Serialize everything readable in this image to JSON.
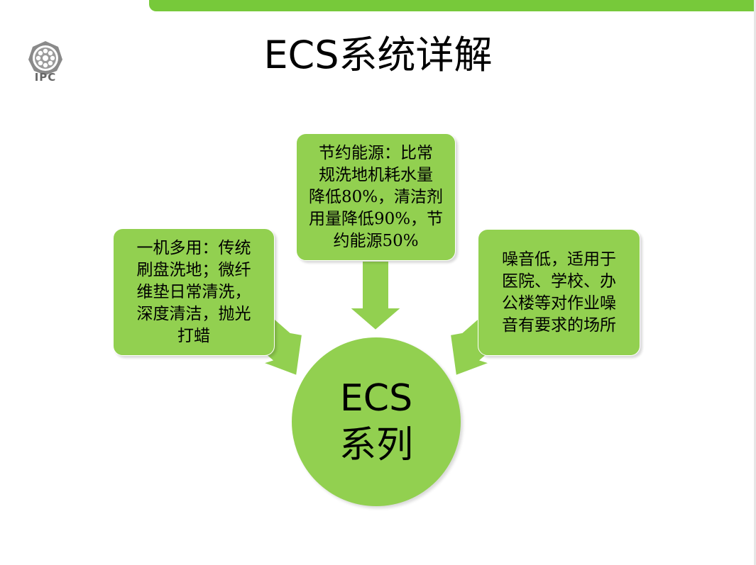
{
  "header": {
    "title": "ECS系统详解",
    "logo_text": "IPC",
    "accent_color": "#77c93a"
  },
  "diagram": {
    "node_color": "#92d050",
    "center": {
      "line1": "ECS",
      "line2": "系列"
    },
    "left": {
      "lines": [
        "一机多用：传统",
        "刷盘洗地；微纤",
        "维垫日常清洗，",
        "深度清洁，抛光",
        "打蜡"
      ]
    },
    "top": {
      "lines": [
        "节约能源：比常",
        "规洗地机耗水量",
        "降低80%，清洁剂",
        "用量降低90%，节",
        "约能源50%"
      ]
    },
    "right": {
      "lines": [
        "噪音低，适用于",
        "医院、学校、办",
        "公楼等对作业噪",
        "音有要求的场所"
      ]
    }
  }
}
